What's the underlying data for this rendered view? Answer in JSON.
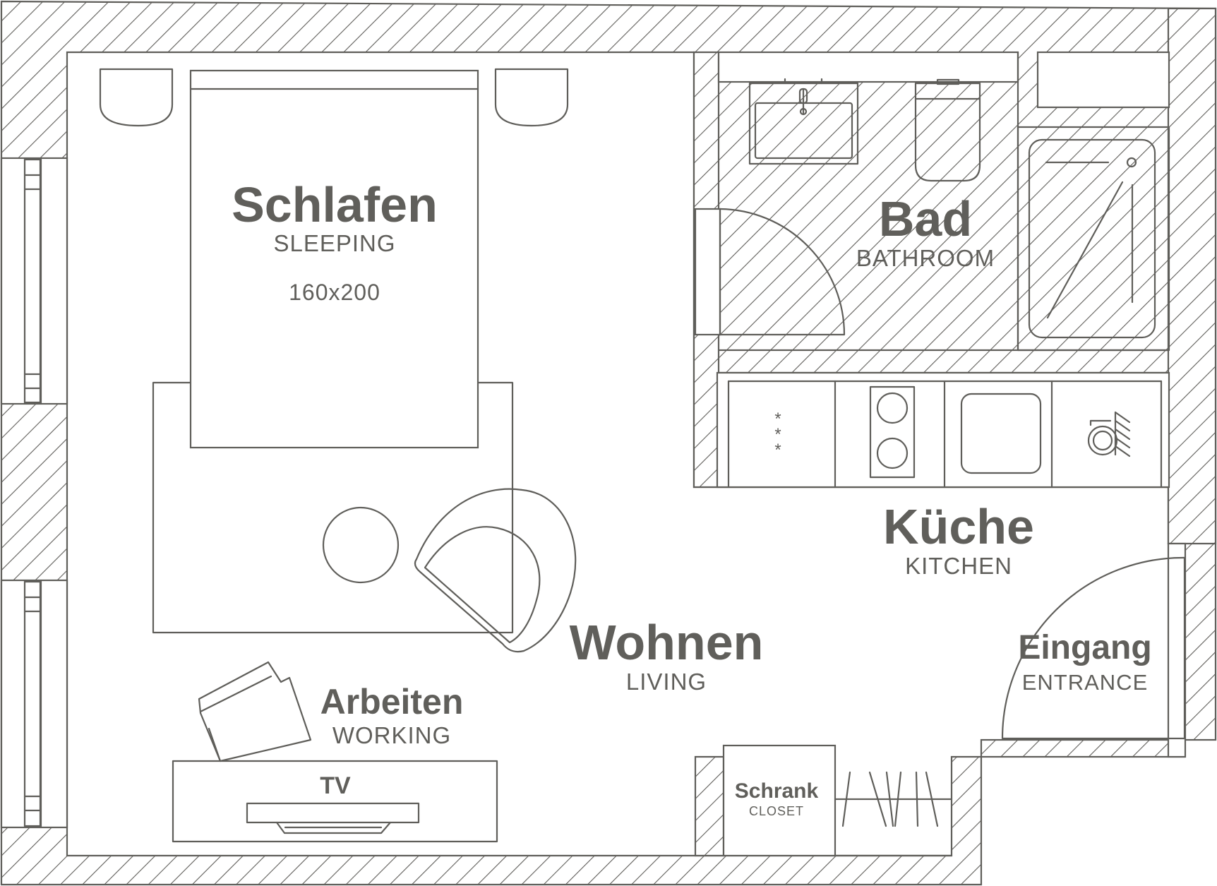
{
  "rooms": {
    "sleeping": {
      "title": "Schlafen",
      "subtitle": "SLEEPING",
      "bed_size": "160x200"
    },
    "bathroom": {
      "title": "Bad",
      "subtitle": "BATHROOM"
    },
    "kitchen": {
      "title": "Küche",
      "subtitle": "KITCHEN"
    },
    "living": {
      "title": "Wohnen",
      "subtitle": "LIVING"
    },
    "working": {
      "title": "Arbeiten",
      "subtitle": "WORKING"
    },
    "entrance": {
      "title": "Eingang",
      "subtitle": "ENTRANCE"
    },
    "closet": {
      "title": "Schrank",
      "subtitle": "CLOSET"
    }
  },
  "furniture": {
    "tv_label": "TV"
  },
  "colors": {
    "line": "#5f5e5a",
    "text": "#605f5b",
    "background": "#ffffff"
  }
}
